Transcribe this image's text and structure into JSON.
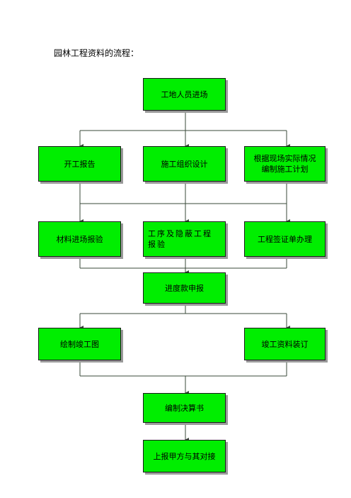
{
  "title": "园林工程资料的流程：",
  "nodes": {
    "site_entry": "工地人员进场",
    "start_report": "开工报告",
    "construction_design": "施工组织设计",
    "construction_plan": "根据现场实际情况编制施工计划",
    "material_inspection": "材料进场报验",
    "process_inspection": "工序及隐蔽工程报验",
    "visa_processing": "工程签证单办理",
    "progress_payment": "进度款申报",
    "as_built_drawing": "绘制竣工图",
    "completion_binding": "竣工资料装订",
    "final_account": "编制决算书",
    "handover": "上报甲方与其对接"
  },
  "colors": {
    "box_fill": "#00ee00",
    "box_border": "#1a1a1a",
    "shadow": "#9a9a9a",
    "line": "#3a4a3a"
  }
}
